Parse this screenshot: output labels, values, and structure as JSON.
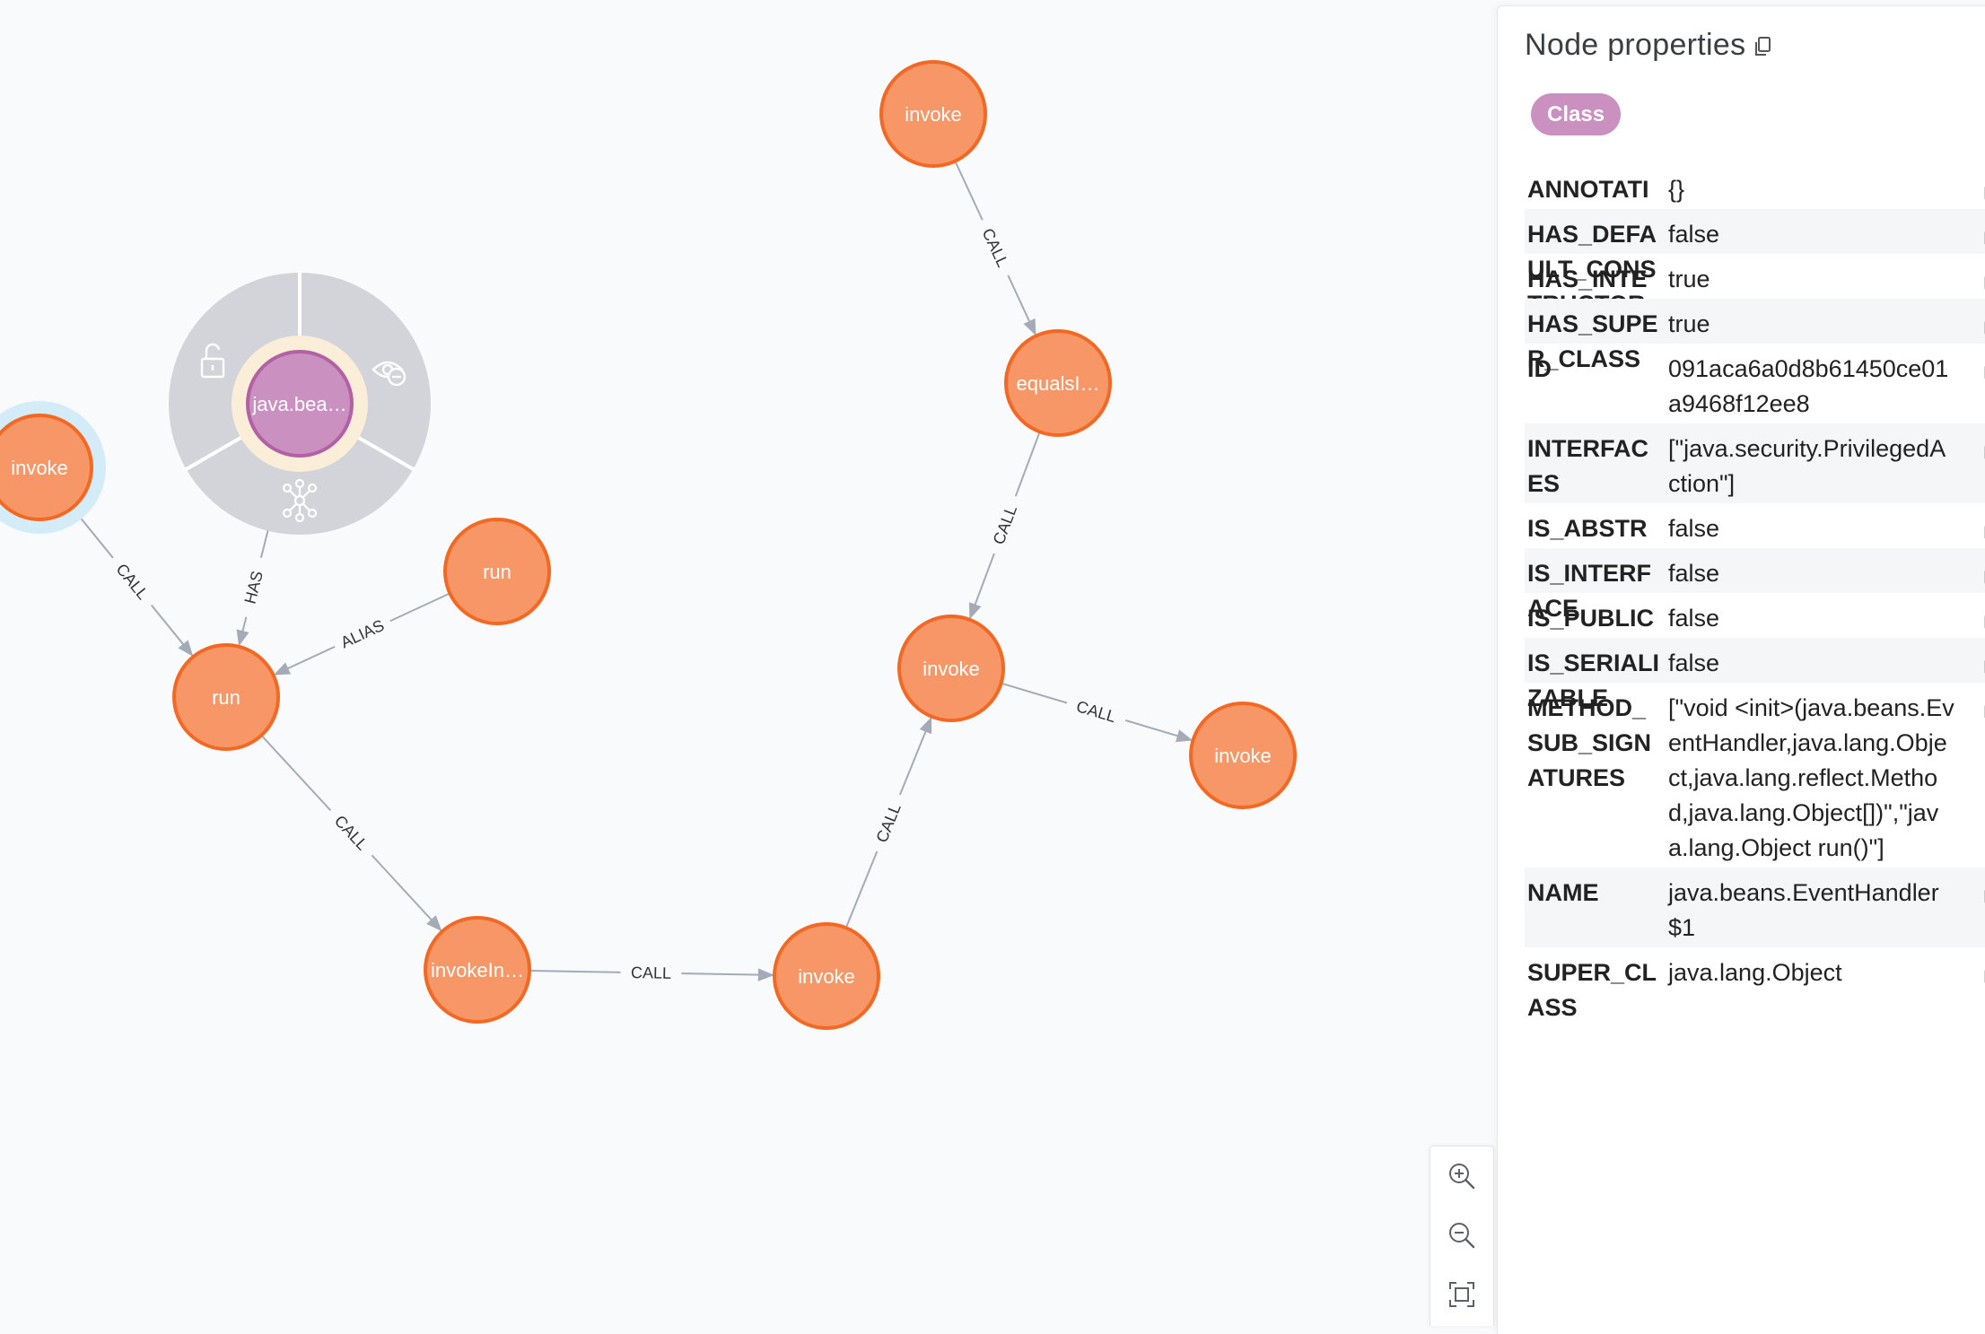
{
  "graph": {
    "nodes": [
      {
        "label": "invoke"
      },
      {
        "label": "equalsI…"
      },
      {
        "label": "invoke"
      },
      {
        "label": "invoke"
      },
      {
        "label": "invoke"
      },
      {
        "label": "invokeIn…"
      },
      {
        "label": "run"
      },
      {
        "label": "run"
      },
      {
        "label": "invoke"
      },
      {
        "label": "java.bea…"
      }
    ],
    "edges": [
      {
        "label": "CALL"
      },
      {
        "label": "CALL"
      },
      {
        "label": "CALL"
      },
      {
        "label": "CALL"
      },
      {
        "label": "CALL"
      },
      {
        "label": "CALL"
      },
      {
        "label": "ALIAS"
      },
      {
        "label": "CALL"
      },
      {
        "label": "HAS"
      }
    ],
    "colors": {
      "node_fill": "#f79767",
      "node_stroke": "#f36924",
      "selected_node_fill": "#c990c0",
      "edge": "#a5abb6",
      "ring_menu": "#d2d4d9"
    },
    "selected_node_menu": {
      "icons": [
        "unlock-icon",
        "hide-node-icon",
        "expand-relationships-icon"
      ]
    }
  },
  "zoom_controls": {
    "buttons": [
      {
        "name": "zoom-in",
        "icon": "zoom-in-icon"
      },
      {
        "name": "zoom-out",
        "icon": "zoom-out-icon"
      },
      {
        "name": "fit-to-screen",
        "icon": "fit-screen-icon"
      }
    ]
  },
  "panel": {
    "title": "Node properties",
    "title_copy_icon": "copy-icon",
    "label_badge": "Class",
    "properties": [
      {
        "key": "ANNOTATIONS",
        "value": "{}"
      },
      {
        "key": "HAS_DEFAULT_CONSTRUCTOR",
        "value": "false"
      },
      {
        "key": "HAS_INTERFACES",
        "value": "true"
      },
      {
        "key": "HAS_SUPER_CLASS",
        "value": "true"
      },
      {
        "key": "ID",
        "value": "091aca6a0d8b61450ce01a9468f12ee8"
      },
      {
        "key": "INTERFACES",
        "value": "[\"java.security.PrivilegedAction\"]"
      },
      {
        "key": "IS_ABSTRACT",
        "value": "false"
      },
      {
        "key": "IS_INTERFACE",
        "value": "false"
      },
      {
        "key": "IS_PUBLIC",
        "value": "false"
      },
      {
        "key": "IS_SERIALIZABLE",
        "value": "false"
      },
      {
        "key": "METHOD_SUB_SIGNATURES",
        "value": "[\"void <init>(java.beans.EventHandler,java.lang.Object,java.lang.reflect.Method,java.lang.Object[])\",\"java.lang.Object run()\"]"
      },
      {
        "key": "NAME",
        "value": "java.beans.EventHandler$1"
      },
      {
        "key": "SUPER_CLASS",
        "value": "java.lang.Object"
      }
    ]
  }
}
